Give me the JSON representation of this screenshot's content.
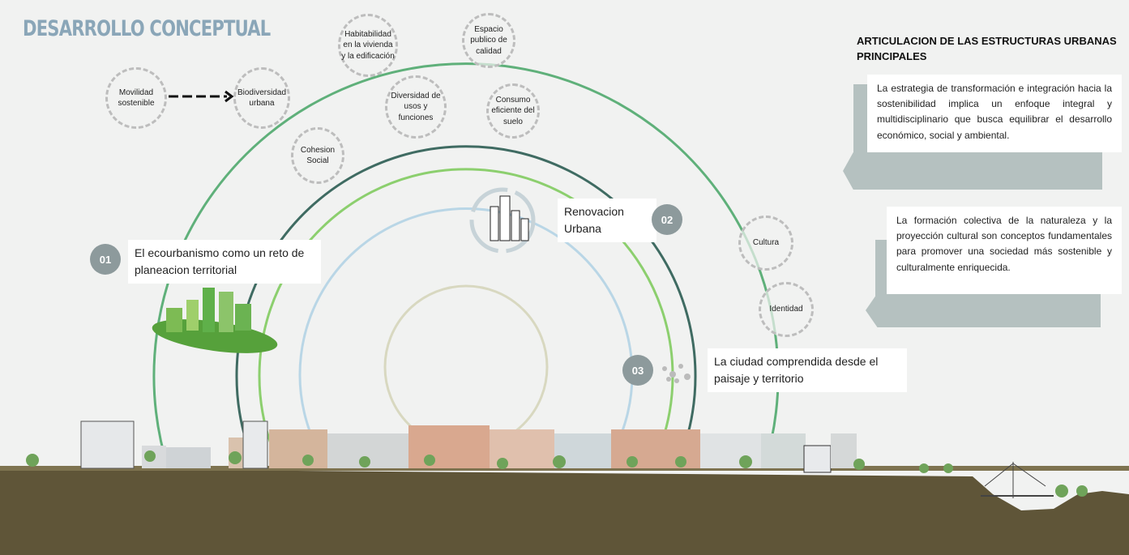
{
  "title": "DESARROLLO CONCEPTUAL",
  "bubbles": {
    "movilidad": "Movilidad sostenible",
    "biodiversidad": "Biodiversidad urbana",
    "habitabilidad": "Habitabilidad en la vivienda y la edificación",
    "espacio": "Espacio publico de calidad",
    "diversidad": "Diversidad de usos y funciones",
    "consumo": "Consumo eficiente del suelo",
    "cohesion": "Cohesion Social",
    "cultura": "Cultura",
    "identidad": "Identidad"
  },
  "points": [
    {
      "num": "01",
      "text": "El ecourbanismo como un reto de planeacion territorial"
    },
    {
      "num": "02",
      "text": "Renovacion Urbana"
    },
    {
      "num": "03",
      "text": "La ciudad comprendida desde el paisaje y territorio"
    }
  ],
  "right": {
    "heading": "ARTICULACION DE LAS ESTRUCTURAS URBANAS PRINCIPALES",
    "card1": "La estrategia de transformación e integración hacia la sostenibilidad implica un enfoque integral y multidisciplinario que busca equilibrar el desarrollo económico, social y ambiental.",
    "card2": "La formación colectiva de la naturaleza y la proyección cultural son conceptos fundamentales para promover una sociedad más sostenible y culturalmente enriquecida."
  },
  "colors": {
    "outer": "#5fb07a",
    "dark": "#3f6b62",
    "light": "#8ccf6e",
    "blue": "#b9d6e6",
    "beige": "#d8d8c0",
    "ground": "#5f5538"
  }
}
